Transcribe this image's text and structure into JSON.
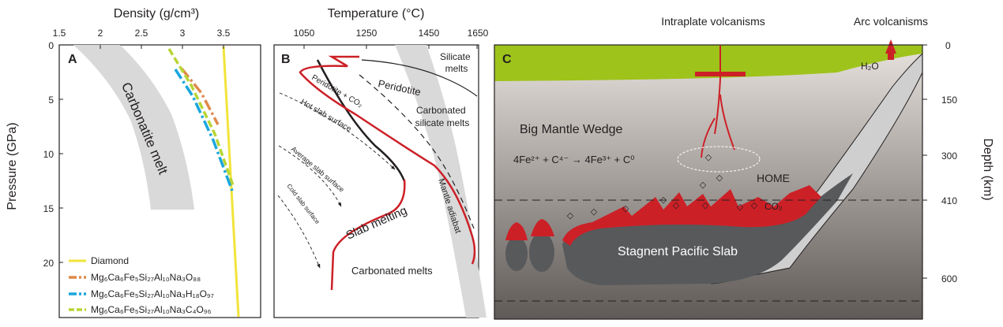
{
  "colors": {
    "diamond": "#f2e43a",
    "h88": "#e0894a",
    "h97": "#1aa6de",
    "c96": "#b7d534",
    "red": "#cc2027",
    "green": "#9ec31b",
    "melt_band": "#d9d9d9",
    "slab": "#58595b",
    "mantle_top": "#e7e2dd",
    "mantle_bottom": "#5f5a57"
  },
  "panel_a": {
    "letter": "A",
    "top_label": "Density (g/cm³)",
    "left_label": "Pressure (GPa)",
    "x_ticks": [
      "1.5",
      "2",
      "2.5",
      "3",
      "3.5"
    ],
    "y_ticks": [
      "0",
      "5",
      "10",
      "15",
      "20"
    ],
    "band_label": "Carbonatite melt",
    "legend": [
      "Diamond",
      "Mg₆Ca₆Fe₅Si₂₇Al₁₀Na₃O₈₈",
      "Mg₆Ca₆Fe₅Si₂₇Al₁₀Na₃H₁₈O₉₇",
      "Mg₆Ca₆Fe₅Si₂₇Al₁₀Na₃C₄O₉₆"
    ]
  },
  "panel_b": {
    "letter": "B",
    "top_label": "Temperature (°C)",
    "x_ticks": [
      "1050",
      "1250",
      "1450",
      "1650"
    ],
    "labels": {
      "silicate": [
        "Silicate",
        "melts"
      ],
      "peridotite": "Peridotite",
      "peridotite_co2": "Peridotite + CO₂",
      "carbonated_silicate": [
        "Carbonated",
        "silicate melts"
      ],
      "hot": "Hot slab surface",
      "average": "Average slab surface",
      "cold": "Cold slab surface",
      "adiabat": "Mantle adiabat",
      "slab_melting": "Slab melting",
      "carbonated_melts": "Carbonated melts"
    }
  },
  "panel_c": {
    "letter": "C",
    "intraplate": "Intraplate volcanisms",
    "arc": "Arc volcanisms",
    "h2o": "H₂O",
    "wedge": "Big Mantle Wedge",
    "reaction": "4Fe²⁺ + C⁴⁻ → 4Fe³⁺ + C⁰",
    "home": "HOME",
    "co2": "CO₂",
    "slab": "Stagnent Pacific Slab",
    "right_label": "Depth (km)",
    "depth_ticks": [
      "0",
      "150",
      "300",
      "410",
      "600"
    ]
  }
}
